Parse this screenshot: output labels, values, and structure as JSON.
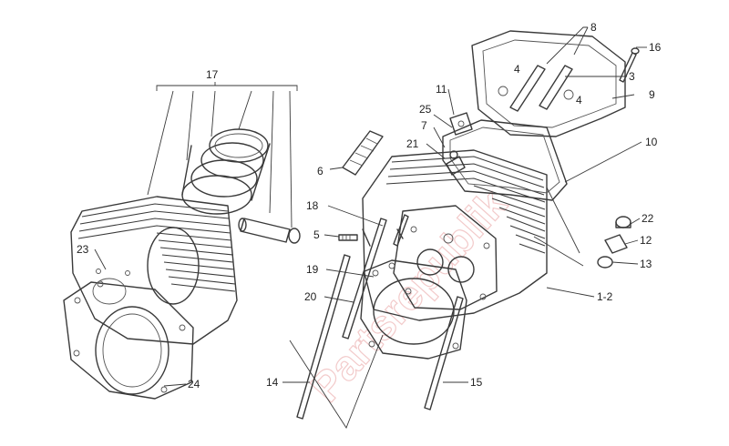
{
  "watermark": "Partsrepublik",
  "labels": {
    "l1_2": "1-2",
    "l3": "3",
    "l4a": "4",
    "l4b": "4",
    "l5": "5",
    "l6": "6",
    "l7": "7",
    "l8": "8",
    "l9": "9",
    "l10": "10",
    "l11": "11",
    "l12": "12",
    "l13": "13",
    "l14": "14",
    "l15": "15",
    "l16": "16",
    "l17": "17",
    "l18": "18",
    "l19": "19",
    "l20": "20",
    "l21": "21",
    "l22": "22",
    "l23": "23",
    "l24": "24",
    "l25": "25"
  }
}
